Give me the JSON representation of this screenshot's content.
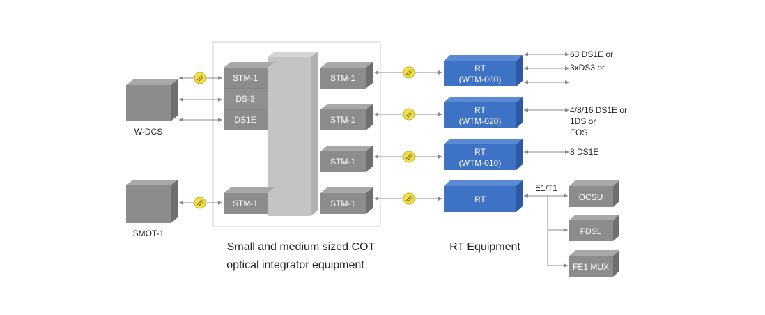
{
  "colors": {
    "box_gray_front": "#8c8c8c",
    "box_gray_top": "#a8a8a8",
    "box_gray_side": "#6f6f6f",
    "rt_blue_front": "#3e72c4",
    "rt_blue_top": "#5a8ad4",
    "rt_blue_side": "#2c58a4",
    "backplane": "#c4c4c4",
    "enclosure_border": "#cfcfcf",
    "line": "#8a8a8a",
    "fiber_yellow": "#f2e04a",
    "text_dark": "#222222",
    "text_white": "#ffffff"
  },
  "wdcs": {
    "label": "W-DCS"
  },
  "smot": {
    "label": "SMOT-1"
  },
  "cot": {
    "left_ports": [
      "STM-1",
      "DS-3",
      "DS1E"
    ],
    "bottom_left_port": "STM-1",
    "right_ports": [
      "STM-1",
      "STM-1",
      "STM-1",
      "STM-1"
    ],
    "caption_line1": "Small and medium sized COT",
    "caption_line2": "optical integrator equipment"
  },
  "rt": {
    "units": [
      {
        "line1": "RT",
        "line2": "(WTM-060)"
      },
      {
        "line1": "RT",
        "line2": "(WTM-020)"
      },
      {
        "line1": "RT",
        "line2": "(WTM-010)"
      },
      {
        "line1": "RT",
        "line2": ""
      }
    ],
    "caption": "RT Equipment"
  },
  "interfaces": {
    "wtm060": [
      "63 DS1E or",
      "3xDS3 or"
    ],
    "wtm020": [
      "4/8/16 DS1E or",
      "1DS or",
      "EOS"
    ],
    "wtm010": [
      "8 DS1E"
    ],
    "rt_branch_label": "E1/T1"
  },
  "downstream": [
    "OCSU",
    "FDSL",
    "FE1 MUX"
  ],
  "icons": {
    "fiber": "fiber-link-icon"
  }
}
